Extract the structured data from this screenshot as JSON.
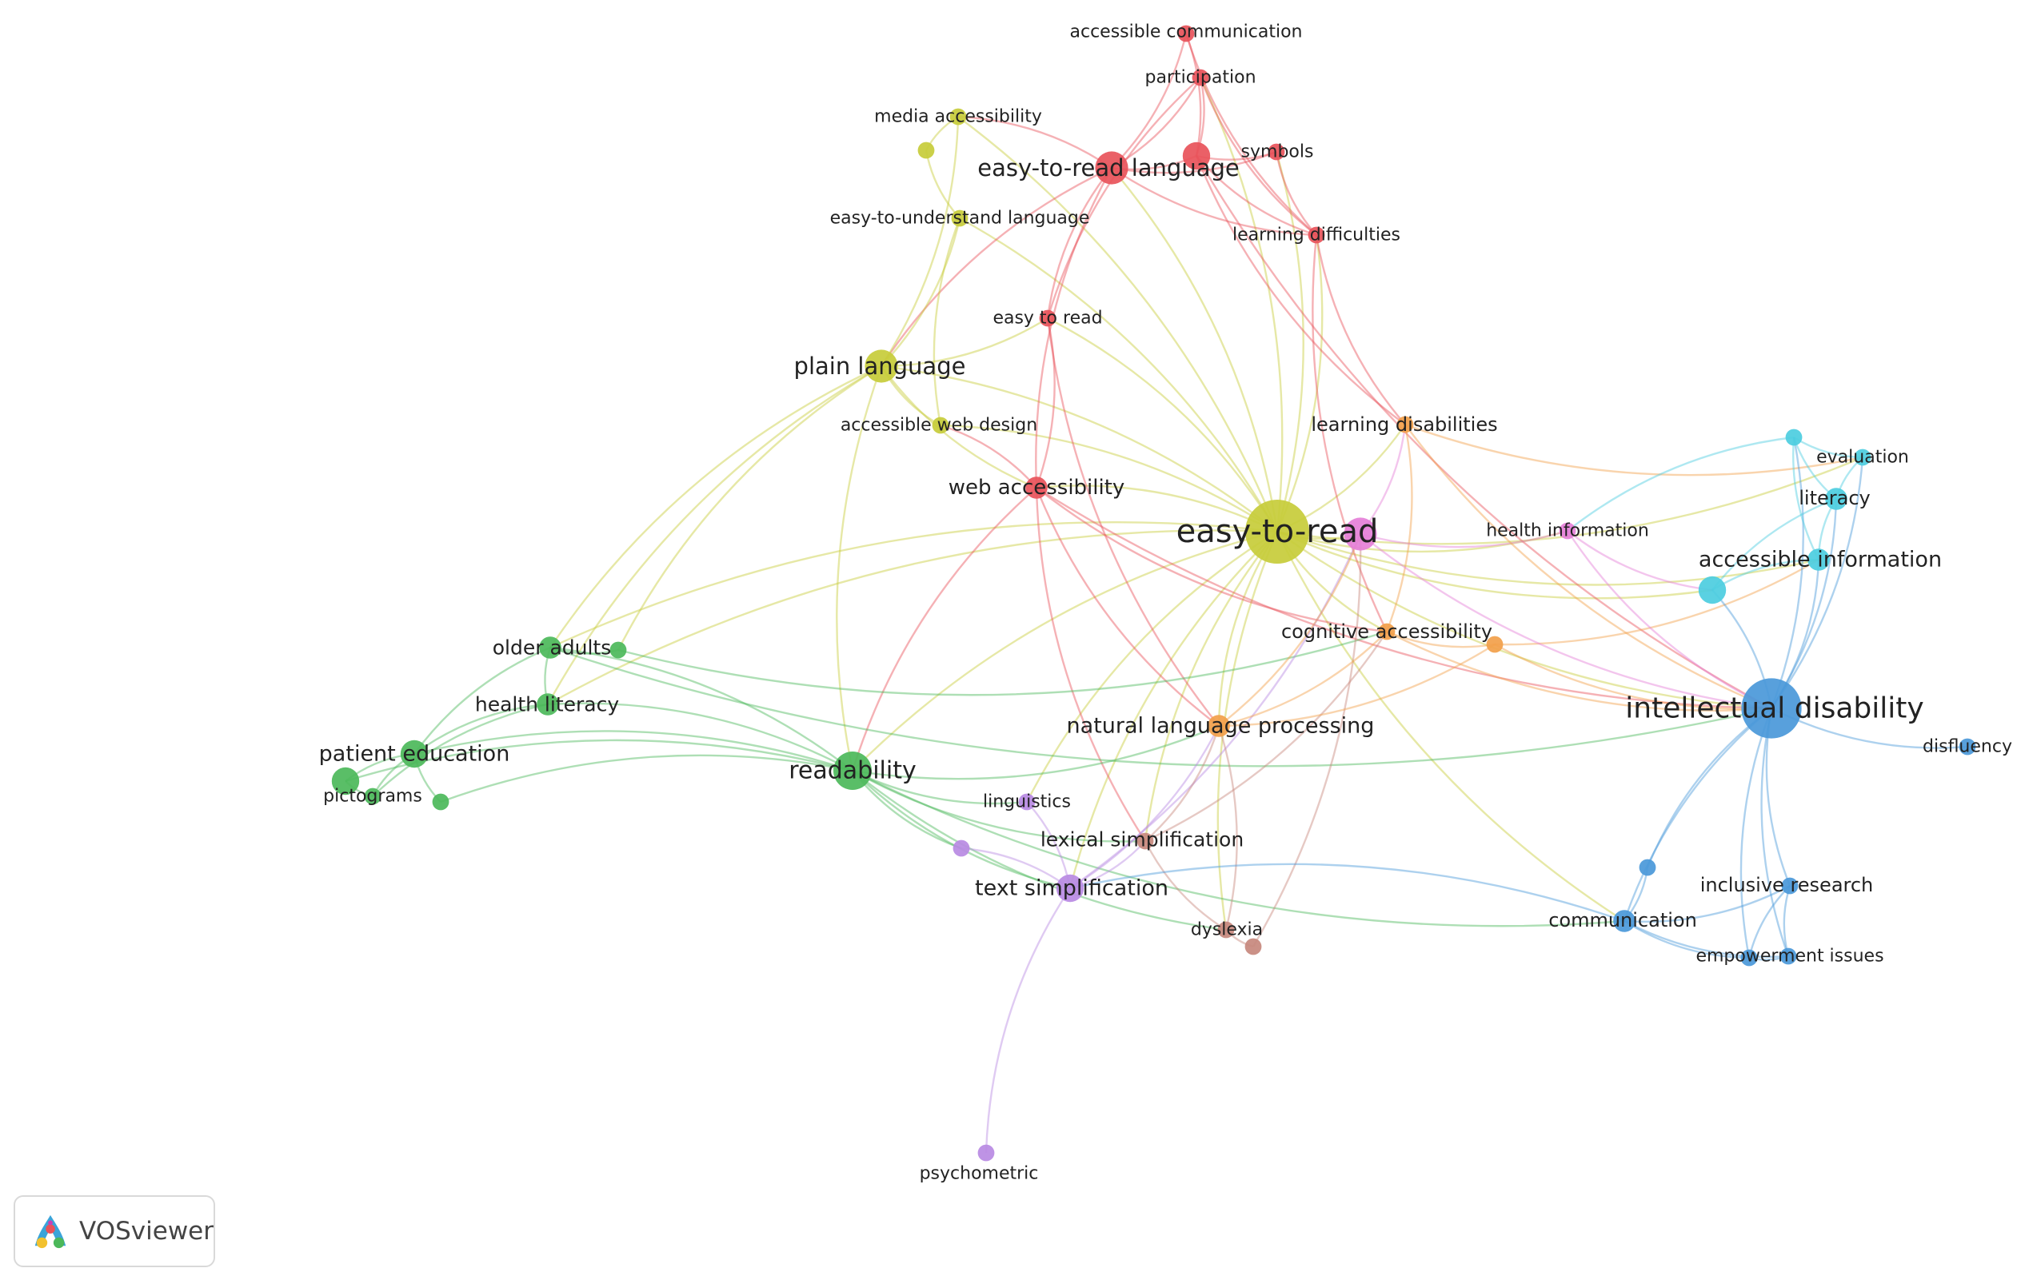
{
  "colors": {
    "red": "#e8525a",
    "yellow": "#c7cc3a",
    "green": "#4cb85a",
    "cyan": "#4ccde0",
    "blue": "#4a98d9",
    "orange": "#f2a04a",
    "purple": "#b98ae3",
    "magenta": "#e57fd8",
    "brown": "#c7887d"
  },
  "nodes": [
    {
      "id": "accessible-communication",
      "label": "accessible communication",
      "cluster": "red",
      "weight": 1
    },
    {
      "id": "participation",
      "label": "participation",
      "cluster": "red",
      "weight": 1
    },
    {
      "id": "easy-to-read-language",
      "label": "easy-to-read language",
      "cluster": "red",
      "weight": 4
    },
    {
      "id": "red-unlabeled",
      "label": "",
      "cluster": "red",
      "weight": 3
    },
    {
      "id": "symbols",
      "label": "symbols",
      "cluster": "red",
      "weight": 1
    },
    {
      "id": "learning-difficulties",
      "label": "learning difficulties",
      "cluster": "red",
      "weight": 1
    },
    {
      "id": "easy-to-read-2",
      "label": "easy to read",
      "cluster": "red",
      "weight": 1
    },
    {
      "id": "web-accessibility",
      "label": "web accessibility",
      "cluster": "red",
      "weight": 2
    },
    {
      "id": "media-accessibility",
      "label": "media accessibility",
      "cluster": "yellow",
      "weight": 1
    },
    {
      "id": "yellow-unlabeled",
      "label": "",
      "cluster": "yellow",
      "weight": 1
    },
    {
      "id": "easy-to-understand-language",
      "label": "easy-to-understand language",
      "cluster": "yellow",
      "weight": 1
    },
    {
      "id": "plain-language",
      "label": "plain language",
      "cluster": "yellow",
      "weight": 4
    },
    {
      "id": "accessible-web-design",
      "label": "accessible web design",
      "cluster": "yellow",
      "weight": 1
    },
    {
      "id": "easy-to-read",
      "label": "easy-to-read",
      "cluster": "yellow",
      "weight": 10
    },
    {
      "id": "magenta-unlabeled",
      "label": "",
      "cluster": "magenta",
      "weight": 4
    },
    {
      "id": "health-information",
      "label": "health information",
      "cluster": "magenta",
      "weight": 1
    },
    {
      "id": "learning-disabilities",
      "label": "learning disabilities",
      "cluster": "orange",
      "weight": 1
    },
    {
      "id": "cognitive-accessibility",
      "label": "cognitive accessibility",
      "cluster": "orange",
      "weight": 1
    },
    {
      "id": "orange-unlabeled",
      "label": "",
      "cluster": "orange",
      "weight": 1
    },
    {
      "id": "natural-language-processing",
      "label": "natural language processing",
      "cluster": "orange",
      "weight": 2
    },
    {
      "id": "cyan-unlabeled-top",
      "label": "",
      "cluster": "cyan",
      "weight": 1
    },
    {
      "id": "evaluation",
      "label": "evaluation",
      "cluster": "cyan",
      "weight": 1
    },
    {
      "id": "literacy",
      "label": "literacy",
      "cluster": "cyan",
      "weight": 2
    },
    {
      "id": "accessible-information",
      "label": "accessible information",
      "cluster": "cyan",
      "weight": 2
    },
    {
      "id": "cyan-unlabeled-left",
      "label": "",
      "cluster": "cyan",
      "weight": 3
    },
    {
      "id": "intellectual-disability",
      "label": "intellectual disability",
      "cluster": "blue",
      "weight": 9
    },
    {
      "id": "disfluency",
      "label": "disfluency",
      "cluster": "blue",
      "weight": 1
    },
    {
      "id": "blue-unlabeled",
      "label": "",
      "cluster": "blue",
      "weight": 1
    },
    {
      "id": "inclusive-research",
      "label": "inclusive research",
      "cluster": "blue",
      "weight": 1
    },
    {
      "id": "communication",
      "label": "communication",
      "cluster": "blue",
      "weight": 2
    },
    {
      "id": "empowerment-issues",
      "label": "empowerment issues",
      "cluster": "blue",
      "weight": 1
    },
    {
      "id": "blue-unlabeled-2",
      "label": "",
      "cluster": "blue",
      "weight": 1
    },
    {
      "id": "older-adults",
      "label": "older adults",
      "cluster": "green",
      "weight": 2
    },
    {
      "id": "green-unlabeled-1",
      "label": "",
      "cluster": "green",
      "weight": 1
    },
    {
      "id": "health-literacy",
      "label": "health literacy",
      "cluster": "green",
      "weight": 2
    },
    {
      "id": "patient-education",
      "label": "patient education",
      "cluster": "green",
      "weight": 3
    },
    {
      "id": "green-unlabeled-2",
      "label": "",
      "cluster": "green",
      "weight": 3
    },
    {
      "id": "pictograms",
      "label": "pictograms",
      "cluster": "green",
      "weight": 1
    },
    {
      "id": "green-unlabeled-3",
      "label": "",
      "cluster": "green",
      "weight": 1
    },
    {
      "id": "readability",
      "label": "readability",
      "cluster": "green",
      "weight": 5
    },
    {
      "id": "linguistics",
      "label": "linguistics",
      "cluster": "purple",
      "weight": 1
    },
    {
      "id": "purple-unlabeled",
      "label": "",
      "cluster": "purple",
      "weight": 1
    },
    {
      "id": "text-simplification",
      "label": "text simplification",
      "cluster": "purple",
      "weight": 3
    },
    {
      "id": "psychometric",
      "label": "psychometric",
      "cluster": "purple",
      "weight": 1
    },
    {
      "id": "lexical-simplification",
      "label": "lexical simplification",
      "cluster": "brown",
      "weight": 1
    },
    {
      "id": "dyslexia",
      "label": "dyslexia",
      "cluster": "brown",
      "weight": 1
    },
    {
      "id": "brown-unlabeled",
      "label": "",
      "cluster": "brown",
      "weight": 1
    }
  ],
  "edges": [
    [
      "easy-to-read",
      "easy-to-read-language"
    ],
    [
      "easy-to-read",
      "plain-language"
    ],
    [
      "easy-to-read",
      "web-accessibility"
    ],
    [
      "easy-to-read",
      "intellectual-disability"
    ],
    [
      "easy-to-read",
      "readability"
    ],
    [
      "easy-to-read",
      "natural-language-processing"
    ],
    [
      "easy-to-read",
      "cognitive-accessibility"
    ],
    [
      "easy-to-read",
      "learning-disabilities"
    ],
    [
      "easy-to-read",
      "accessible-web-design"
    ],
    [
      "easy-to-read",
      "easy-to-understand-language"
    ],
    [
      "easy-to-read",
      "media-accessibility"
    ],
    [
      "easy-to-read",
      "magenta-unlabeled"
    ],
    [
      "easy-to-read",
      "text-simplification"
    ],
    [
      "easy-to-read",
      "lexical-simplification"
    ],
    [
      "easy-to-read",
      "learning-difficulties"
    ],
    [
      "easy-to-read",
      "participation"
    ],
    [
      "easy-to-read",
      "symbols"
    ],
    [
      "easy-to-read",
      "health-information"
    ],
    [
      "easy-to-read",
      "older-adults"
    ],
    [
      "easy-to-read",
      "health-literacy"
    ],
    [
      "easy-to-read",
      "communication"
    ],
    [
      "easy-to-read",
      "dyslexia"
    ],
    [
      "easy-to-read",
      "linguistics"
    ],
    [
      "easy-to-read",
      "accessible-information"
    ],
    [
      "easy-to-read",
      "evaluation"
    ],
    [
      "easy-to-read",
      "cyan-unlabeled-left"
    ],
    [
      "easy-to-read",
      "easy-to-read-2"
    ],
    [
      "easy-to-read-language",
      "accessible-communication"
    ],
    [
      "easy-to-read-language",
      "participation"
    ],
    [
      "easy-to-read-language",
      "symbols"
    ],
    [
      "easy-to-read-language",
      "learning-difficulties"
    ],
    [
      "easy-to-read-language",
      "red-unlabeled"
    ],
    [
      "easy-to-read-language",
      "plain-language"
    ],
    [
      "easy-to-read-language",
      "web-accessibility"
    ],
    [
      "easy-to-read-language",
      "media-accessibility"
    ],
    [
      "easy-to-read-language",
      "easy-to-read-2"
    ],
    [
      "red-unlabeled",
      "accessible-communication"
    ],
    [
      "red-unlabeled",
      "symbols"
    ],
    [
      "red-unlabeled",
      "learning-difficulties"
    ],
    [
      "red-unlabeled",
      "participation"
    ],
    [
      "red-unlabeled",
      "learning-disabilities"
    ],
    [
      "red-unlabeled",
      "intellectual-disability"
    ],
    [
      "participation",
      "learning-difficulties"
    ],
    [
      "symbols",
      "learning-difficulties"
    ],
    [
      "accessible-communication",
      "learning-difficulties"
    ],
    [
      "learning-difficulties",
      "learning-disabilities"
    ],
    [
      "learning-difficulties",
      "cognitive-accessibility"
    ],
    [
      "participation",
      "easy-to-read-2"
    ],
    [
      "plain-language",
      "media-accessibility"
    ],
    [
      "plain-language",
      "easy-to-understand-language"
    ],
    [
      "plain-language",
      "accessible-web-design"
    ],
    [
      "plain-language",
      "older-adults"
    ],
    [
      "plain-language",
      "health-literacy"
    ],
    [
      "plain-language",
      "green-unlabeled-1"
    ],
    [
      "plain-language",
      "easy-to-read-2"
    ],
    [
      "plain-language",
      "web-accessibility"
    ],
    [
      "plain-language",
      "readability"
    ],
    [
      "media-accessibility",
      "yellow-unlabeled"
    ],
    [
      "yellow-unlabeled",
      "easy-to-understand-language"
    ],
    [
      "easy-to-understand-language",
      "accessible-web-design"
    ],
    [
      "web-accessibility",
      "accessible-web-design"
    ],
    [
      "web-accessibility",
      "cognitive-accessibility"
    ],
    [
      "web-accessibility",
      "natural-language-processing"
    ],
    [
      "web-accessibility",
      "readability"
    ],
    [
      "web-accessibility",
      "lexical-simplification"
    ],
    [
      "web-accessibility",
      "easy-to-read-2"
    ],
    [
      "web-accessibility",
      "intellectual-disability"
    ],
    [
      "easy-to-read-2",
      "natural-language-processing"
    ],
    [
      "readability",
      "older-adults"
    ],
    [
      "readability",
      "health-literacy"
    ],
    [
      "readability",
      "patient-education"
    ],
    [
      "readability",
      "green-unlabeled-2"
    ],
    [
      "readability",
      "green-unlabeled-3"
    ],
    [
      "readability",
      "text-simplification"
    ],
    [
      "readability",
      "purple-unlabeled"
    ],
    [
      "readability",
      "linguistics"
    ],
    [
      "readability",
      "natural-language-processing"
    ],
    [
      "readability",
      "lexical-simplification"
    ],
    [
      "readability",
      "communication"
    ],
    [
      "readability",
      "dyslexia"
    ],
    [
      "older-adults",
      "health-literacy"
    ],
    [
      "older-adults",
      "patient-education"
    ],
    [
      "older-adults",
      "green-unlabeled-1"
    ],
    [
      "older-adults",
      "intellectual-disability"
    ],
    [
      "health-literacy",
      "patient-education"
    ],
    [
      "health-literacy",
      "pictograms"
    ],
    [
      "patient-education",
      "pictograms"
    ],
    [
      "patient-education",
      "green-unlabeled-2"
    ],
    [
      "patient-education",
      "green-unlabeled-3"
    ],
    [
      "green-unlabeled-2",
      "pictograms"
    ],
    [
      "green-unlabeled-1",
      "cognitive-accessibility"
    ],
    [
      "text-simplification",
      "purple-unlabeled"
    ],
    [
      "text-simplification",
      "psychometric"
    ],
    [
      "text-simplification",
      "lexical-simplification"
    ],
    [
      "text-simplification",
      "natural-language-processing"
    ],
    [
      "text-simplification",
      "magenta-unlabeled"
    ],
    [
      "text-simplification",
      "linguistics"
    ],
    [
      "lexical-simplification",
      "natural-language-processing"
    ],
    [
      "lexical-simplification",
      "dyslexia"
    ],
    [
      "lexical-simplification",
      "cognitive-accessibility"
    ],
    [
      "dyslexia",
      "brown-unlabeled"
    ],
    [
      "dyslexia",
      "natural-language-processing"
    ],
    [
      "brown-unlabeled",
      "magenta-unlabeled"
    ],
    [
      "natural-language-processing",
      "cognitive-accessibility"
    ],
    [
      "natural-language-processing",
      "magenta-unlabeled"
    ],
    [
      "natural-language-processing",
      "orange-unlabeled"
    ],
    [
      "cognitive-accessibility",
      "orange-unlabeled"
    ],
    [
      "cognitive-accessibility",
      "intellectual-disability"
    ],
    [
      "cognitive-accessibility",
      "learning-disabilities"
    ],
    [
      "orange-unlabeled",
      "accessible-information"
    ],
    [
      "orange-unlabeled",
      "intellectual-disability"
    ],
    [
      "magenta-unlabeled",
      "health-information"
    ],
    [
      "magenta-unlabeled",
      "intellectual-disability"
    ],
    [
      "magenta-unlabeled",
      "learning-disabilities"
    ],
    [
      "health-information",
      "cyan-unlabeled-left"
    ],
    [
      "health-information",
      "intellectual-disability"
    ],
    [
      "learning-disabilities",
      "evaluation"
    ],
    [
      "learning-disabilities",
      "intellectual-disability"
    ],
    [
      "intellectual-disability",
      "accessible-information"
    ],
    [
      "intellectual-disability",
      "cyan-unlabeled-left"
    ],
    [
      "intellectual-disability",
      "literacy"
    ],
    [
      "intellectual-disability",
      "evaluation"
    ],
    [
      "intellectual-disability",
      "cyan-unlabeled-top"
    ],
    [
      "intellectual-disability",
      "disfluency"
    ],
    [
      "intellectual-disability",
      "inclusive-research"
    ],
    [
      "intellectual-disability",
      "communication"
    ],
    [
      "intellectual-disability",
      "empowerment-issues"
    ],
    [
      "intellectual-disability",
      "blue-unlabeled"
    ],
    [
      "intellectual-disability",
      "blue-unlabeled-2"
    ],
    [
      "cyan-unlabeled-top",
      "evaluation"
    ],
    [
      "cyan-unlabeled-top",
      "literacy"
    ],
    [
      "cyan-unlabeled-top",
      "accessible-information"
    ],
    [
      "cyan-unlabeled-top",
      "health-information"
    ],
    [
      "evaluation",
      "literacy"
    ],
    [
      "literacy",
      "accessible-information"
    ],
    [
      "accessible-information",
      "cyan-unlabeled-left"
    ],
    [
      "literacy",
      "cyan-unlabeled-left"
    ],
    [
      "communication",
      "inclusive-research"
    ],
    [
      "communication",
      "empowerment-issues"
    ],
    [
      "communication",
      "blue-unlabeled"
    ],
    [
      "communication",
      "blue-unlabeled-2"
    ],
    [
      "communication",
      "text-simplification"
    ],
    [
      "inclusive-research",
      "empowerment-issues"
    ],
    [
      "inclusive-research",
      "blue-unlabeled-2"
    ],
    [
      "empowerment-issues",
      "blue-unlabeled-2"
    ]
  ],
  "brand": {
    "name": "VOSviewer",
    "logo_icon": "vosviewer-logo-icon"
  }
}
